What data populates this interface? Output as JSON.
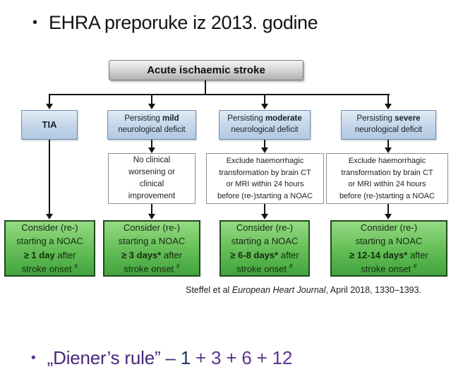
{
  "title": {
    "bullet": "•",
    "text": "EHRA preporuke iz 2013. godine"
  },
  "colors": {
    "blue_box_fill": "#c6d7ea",
    "blue_box_border": "#6a8cb8",
    "green_box_fill_top": "#95da84",
    "green_box_fill_bottom": "#42a43e",
    "green_box_border": "#20491f",
    "root_box_fill": "#d8d8d8",
    "root_box_border": "#7a7a7a",
    "footer_purple": "#49297b",
    "footer_navy": "#1f3864"
  },
  "flowchart": {
    "root_label": "Acute ischaemic stroke",
    "columns": [
      {
        "branch_normal": "",
        "branch_bold": "TIA",
        "branch_line2": "",
        "middle_lines": [],
        "green": {
          "line1": "Consider (re-)",
          "line2": "starting a NOAC",
          "bold": "≥ 1 day",
          "after": " after",
          "line4": "stroke onset ",
          "sup": "#"
        }
      },
      {
        "branch_normal": "Persisting ",
        "branch_bold": "mild",
        "branch_line2": "neurological deficit",
        "middle_lines": [
          "No clinical",
          "worsening or",
          "clinical",
          "improvement"
        ],
        "green": {
          "line1": "Consider (re-)",
          "line2": "starting a NOAC",
          "bold": "≥ 3 days*",
          "after": " after",
          "line4": "stroke onset ",
          "sup": "#"
        }
      },
      {
        "branch_normal": "Persisting ",
        "branch_bold": "moderate",
        "branch_line2": "neurological deficit",
        "middle_lines": [
          "Exclude haemorrhagic",
          "transformation by brain CT",
          "or MRI within 24 hours",
          "before (re-)starting a NOAC"
        ],
        "green": {
          "line1": "Consider (re-)",
          "line2": "starting a NOAC",
          "bold": "≥ 6-8 days*",
          "after": " after",
          "line4": "stroke onset ",
          "sup": "#"
        }
      },
      {
        "branch_normal": "Persisting ",
        "branch_bold": "severe",
        "branch_line2": "neurological deficit",
        "middle_lines": [
          "Exclude haemorrhagic",
          "transformation by brain CT",
          "or MRI within 24 hours",
          "before (re-)starting a NOAC"
        ],
        "green": {
          "line1": "Consider (re-)",
          "line2": "starting a NOAC",
          "bold": "≥ 12-14 days*",
          "after": " after",
          "line4": "stroke onset ",
          "sup": "#"
        }
      }
    ]
  },
  "citation": {
    "authors": "Steffel et al  ",
    "journal": "European Heart Journal",
    "tail": ", April 2018, 1330–1393."
  },
  "footer": {
    "bullet": "•",
    "prefix": "„Diener’s rule” – ",
    "num1": "1",
    "rest": " + 3 + 6 + 12"
  }
}
